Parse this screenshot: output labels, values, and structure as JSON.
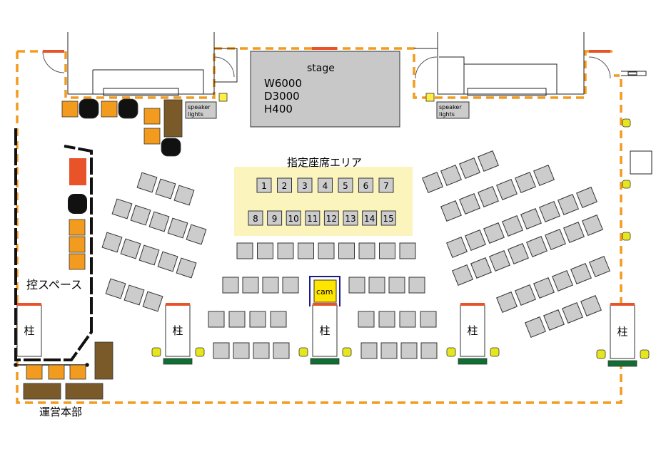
{
  "stage": {
    "title": "stage",
    "specs": [
      "W6000",
      "D3000",
      "H400"
    ]
  },
  "speaker_label": [
    "speaker",
    "lights"
  ],
  "reserved_area": {
    "title": "指定座席エリア",
    "seat_numbers_row1": [
      "1",
      "2",
      "3",
      "4",
      "5",
      "6",
      "7"
    ],
    "seat_numbers_row2": [
      "8",
      "9",
      "10",
      "11",
      "12",
      "13",
      "14",
      "15"
    ]
  },
  "camera_label": "cam",
  "pillar_label": "柱",
  "waiting_space_label": "控スペース",
  "hq_label": "運営本部",
  "colors": {
    "seat_fill": "#cccccc",
    "reserved_area_fill": "#fbf5bd",
    "stage_fill": "#c8c8c8",
    "boundary_dashed": "#f29b1e",
    "orange_table": "#f29b1e",
    "brown_table": "#7a5a28",
    "red_accent": "#e8532a",
    "green_base": "#0f6e32",
    "yellow_lamp": "#e6e61e",
    "camera_fill": "#ffe600",
    "camera_border": "#1a1a8c"
  }
}
